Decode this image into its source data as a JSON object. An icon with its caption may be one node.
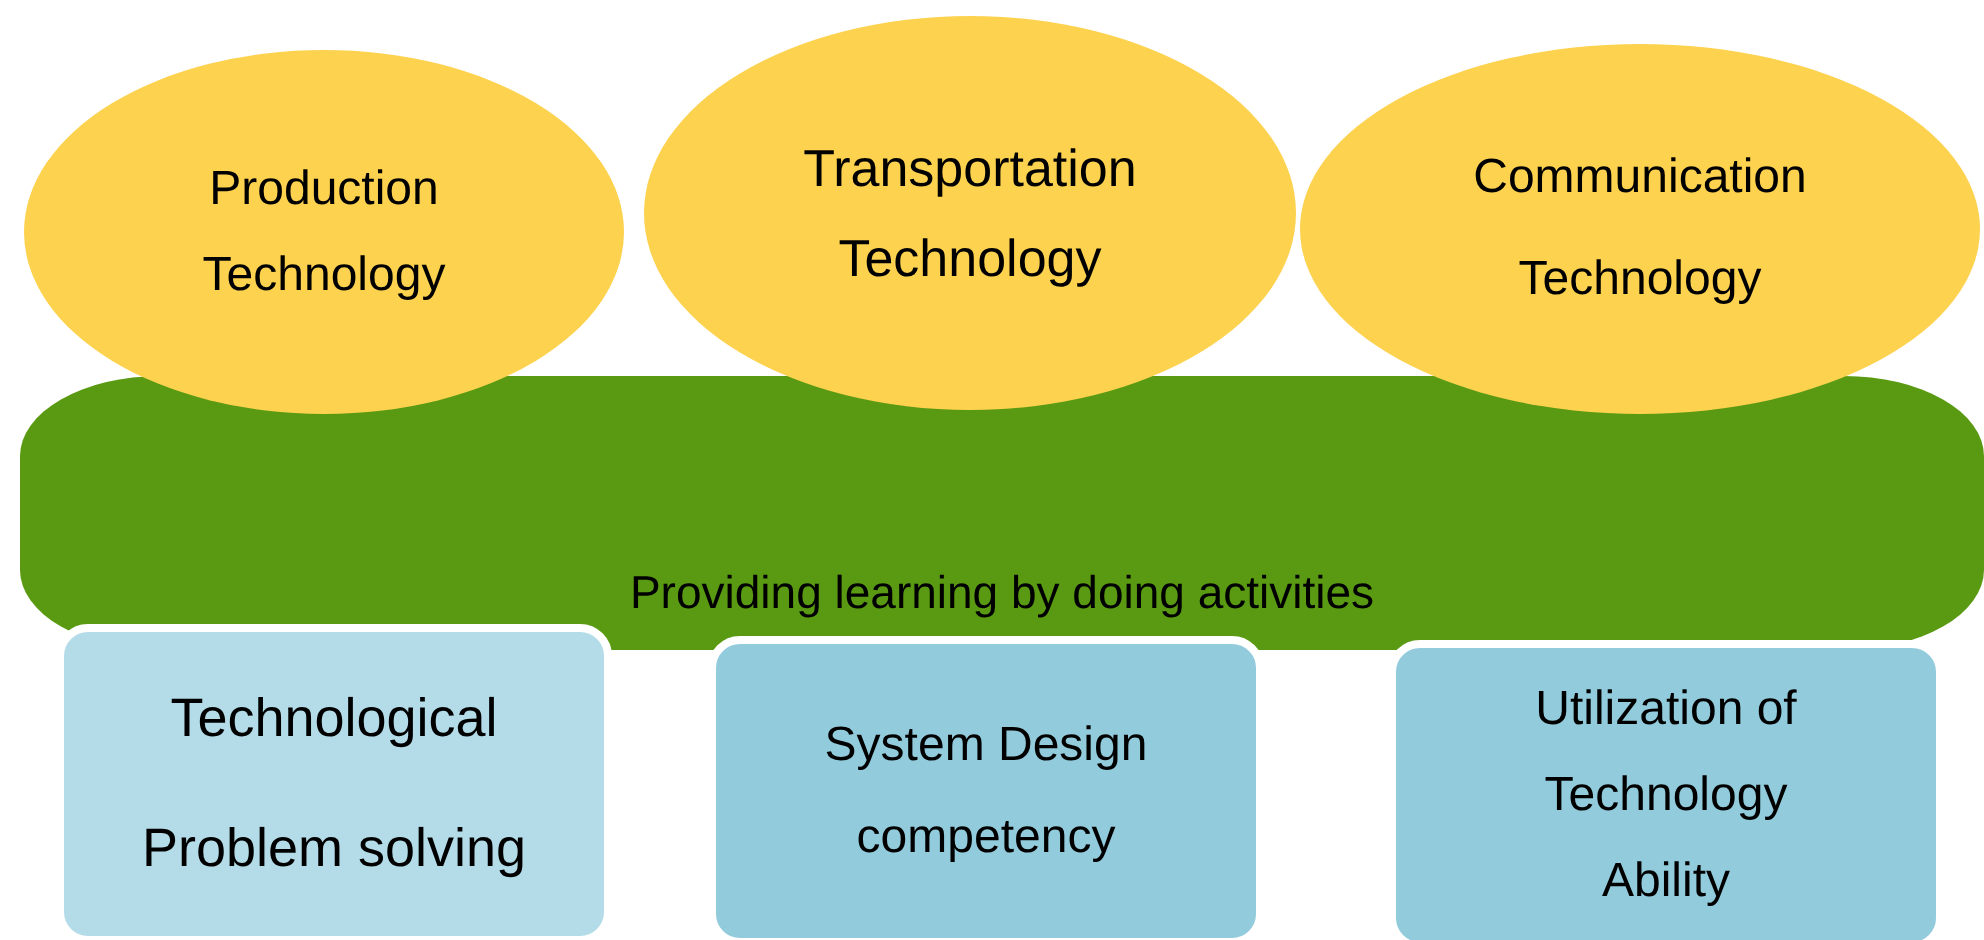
{
  "diagram": {
    "nodes": [
      {
        "text": [
          "Production Technology"
        ]
      },
      {
        "text": [
          "Transportation Technology"
        ]
      },
      {
        "text": [
          "Communication Technology"
        ]
      },
      {
        "text": [
          "Providing learning by doing activities"
        ]
      },
      {
        "text": [
          "Technological Problem solving"
        ]
      },
      {
        "text": [
          "System Design competency"
        ]
      },
      {
        "text": [
          "Utilization of Technology Ability"
        ]
      }
    ]
  }
}
